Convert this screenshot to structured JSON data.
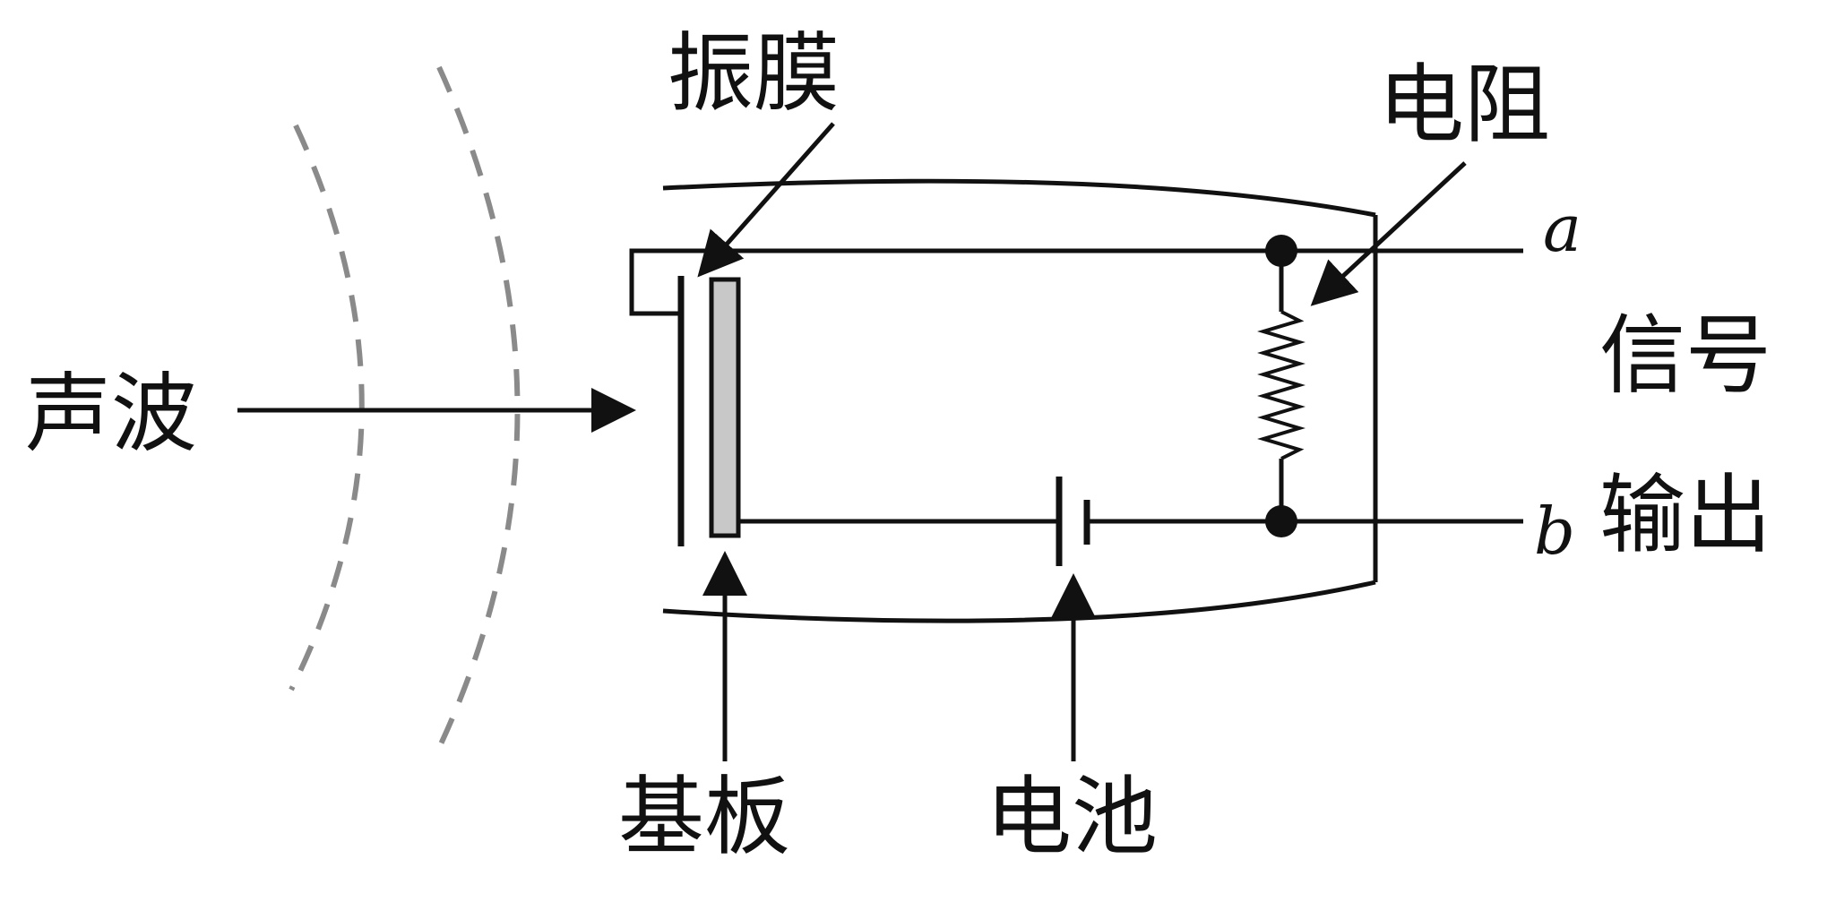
{
  "labels": {
    "sound_wave": "声波",
    "diaphragm": "振膜",
    "resistor": "电阻",
    "substrate": "基板",
    "battery": "电池",
    "signal_line1": "信号",
    "signal_line2": "输出",
    "terminal_a": "a",
    "terminal_b": "b"
  },
  "colors": {
    "line": "#111111",
    "wave": "#8a8a8a",
    "substrate_fill": "#c8c8c8"
  }
}
